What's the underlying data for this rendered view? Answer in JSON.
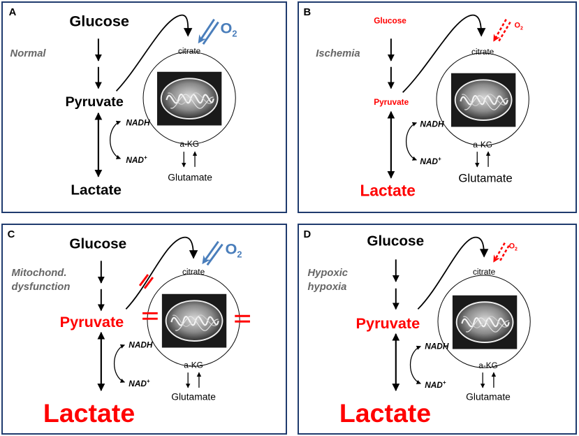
{
  "panels": [
    {
      "letter": "A",
      "condition": [
        "Normal"
      ],
      "glucose": "Glucose",
      "pyruvate": "Pyruvate",
      "lactate": "Lactate",
      "citrate": "citrate",
      "akg": "a-KG",
      "glutamate": "Glutamate",
      "nadh": "NADH",
      "nad": "NAD",
      "nad_sup": "+",
      "o2": "O",
      "o2_sub": "2"
    },
    {
      "letter": "B",
      "condition": [
        "Ischemia"
      ],
      "glucose": "Glucose",
      "pyruvate": "Pyruvate",
      "lactate": "Lactate",
      "citrate": "citrate",
      "akg": "a-KG",
      "glutamate": "Glutamate",
      "nadh": "NADH",
      "nad": "NAD",
      "nad_sup": "+",
      "o2": "O",
      "o2_sub": "2"
    },
    {
      "letter": "C",
      "condition": [
        "Mitochond.",
        "dysfunction"
      ],
      "glucose": "Glucose",
      "pyruvate": "Pyruvate",
      "lactate": "Lactate",
      "citrate": "citrate",
      "akg": "a-KG",
      "glutamate": "Glutamate",
      "nadh": "NADH",
      "nad": "NAD",
      "nad_sup": "+",
      "o2": "O",
      "o2_sub": "2"
    },
    {
      "letter": "D",
      "condition": [
        "Hypoxic",
        "hypoxia"
      ],
      "glucose": "Glucose",
      "pyruvate": "Pyruvate",
      "lactate": "Lactate",
      "citrate": "citrate",
      "akg": "a-KG",
      "glutamate": "Glutamate",
      "nadh": "NADH",
      "nad": "NAD",
      "nad_sup": "+",
      "o2": "O",
      "o2_sub": "2"
    }
  ],
  "colors": {
    "frame": "#1f3b6e",
    "normal_text": "#000000",
    "highlight_red": "#ff0000",
    "oxygen_blue": "#4a7ebb",
    "condition_gray": "#666666"
  }
}
